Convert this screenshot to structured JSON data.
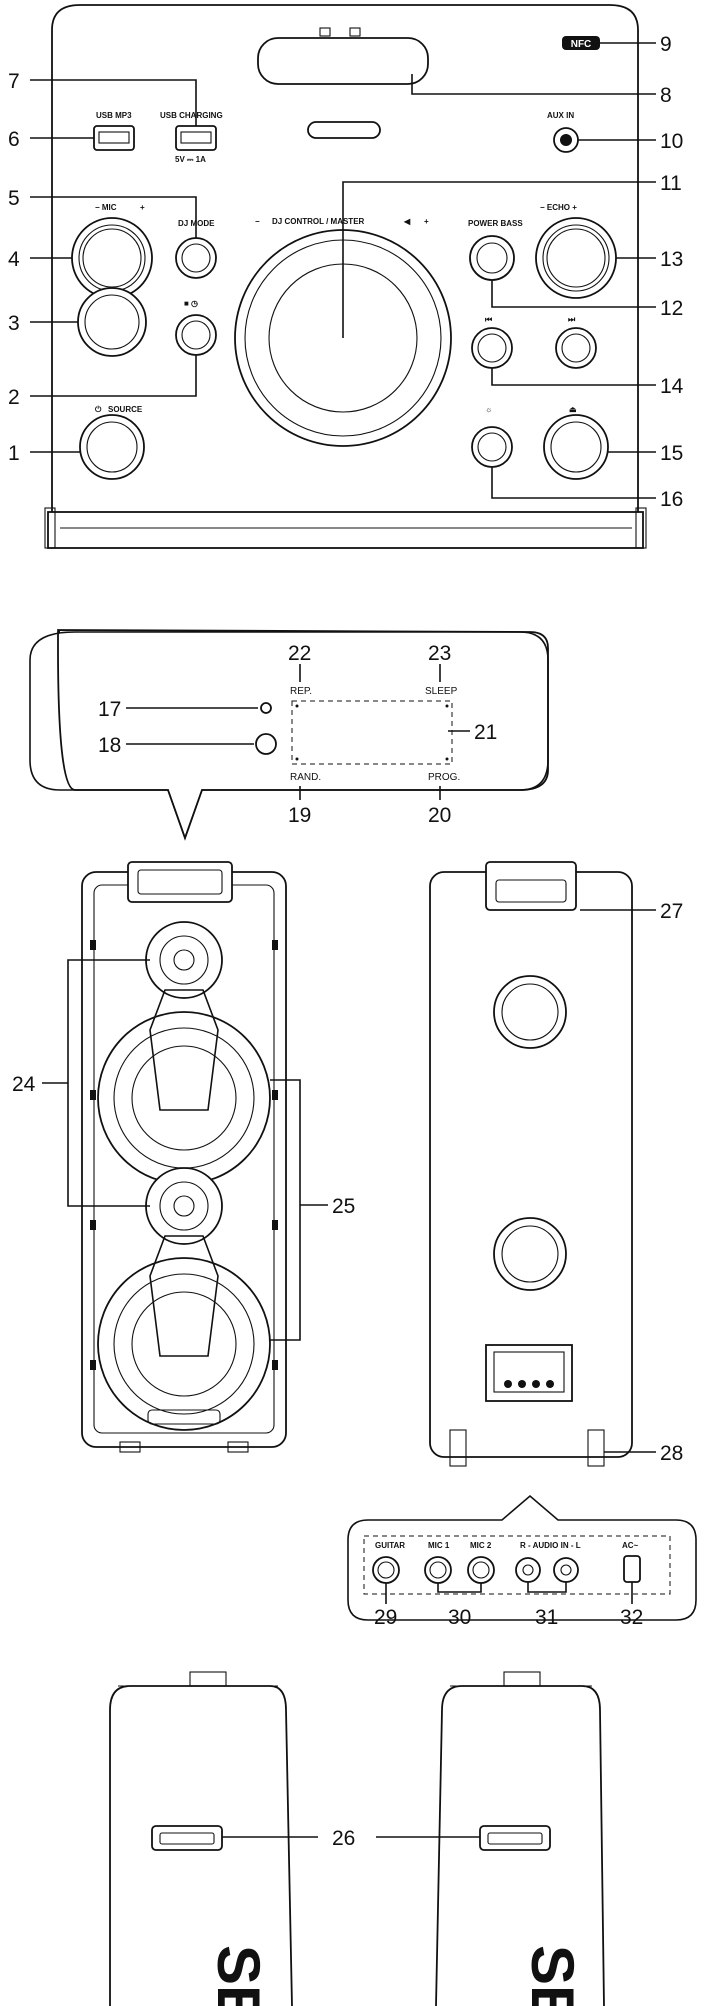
{
  "callouts": [
    "1",
    "2",
    "3",
    "4",
    "5",
    "6",
    "7",
    "8",
    "9",
    "10",
    "11",
    "12",
    "13",
    "14",
    "15",
    "16",
    "17",
    "18",
    "19",
    "20",
    "21",
    "22",
    "23",
    "24",
    "25",
    "26",
    "27",
    "28",
    "29",
    "30",
    "31",
    "32"
  ],
  "panel": {
    "usb_mp3": "USB MP3",
    "usb_charging": "USB CHARGING",
    "usb_rating": "5V ⎓ 1A",
    "dj_mode": "DJ MODE",
    "mic": "−  MIC",
    "mic_plus": "+",
    "dj_control": "DJ CONTROL / MASTER",
    "dj_minus": "−",
    "dj_plus": "+",
    "source": "SOURCE",
    "power_bass": "POWER BASS",
    "echo": "−   ECHO   +",
    "aux_in": "AUX IN",
    "nfc": "NFC"
  },
  "display": {
    "rep": "REP.",
    "sleep": "SLEEP",
    "rand": "RAND.",
    "prog": "PROG."
  },
  "rear_panel": {
    "guitar": "GUITAR",
    "mic1": "MIC 1",
    "mic2": "MIC 2",
    "audio_in": "R -  AUDIO IN  - L",
    "ac": "AC~"
  },
  "logo_text": "SE"
}
